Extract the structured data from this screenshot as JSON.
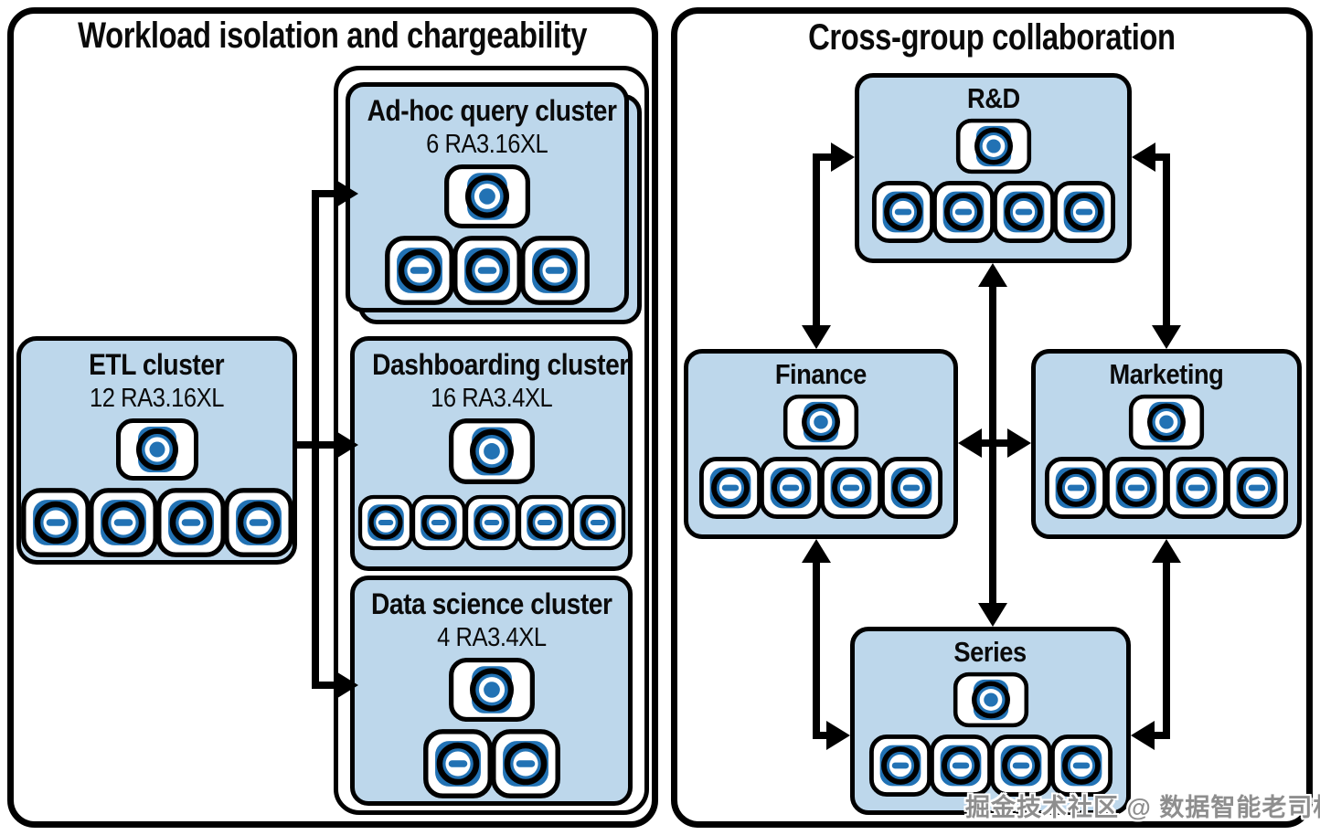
{
  "left": {
    "title": "Workload isolation and chargeability",
    "etl": {
      "title": "ETL cluster",
      "subtitle": "12 RA3.16XL",
      "leader_nodes": 1,
      "compute_nodes": 4
    },
    "adhoc": {
      "title": "Ad-hoc query cluster",
      "subtitle": "6 RA3.16XL",
      "leader_nodes": 1,
      "compute_nodes": 3,
      "stacked": true
    },
    "dashboarding": {
      "title": "Dashboarding cluster",
      "subtitle": "16 RA3.4XL",
      "leader_nodes": 1,
      "compute_nodes": 5
    },
    "datascience": {
      "title": "Data science cluster",
      "subtitle": "4 RA3.4XL",
      "leader_nodes": 1,
      "compute_nodes": 2
    }
  },
  "right": {
    "title": "Cross-group collaboration",
    "rd": {
      "title": "R&D",
      "leader_nodes": 1,
      "compute_nodes": 4
    },
    "finance": {
      "title": "Finance",
      "leader_nodes": 1,
      "compute_nodes": 4
    },
    "marketing": {
      "title": "Marketing",
      "leader_nodes": 1,
      "compute_nodes": 4
    },
    "series": {
      "title": "Series",
      "leader_nodes": 1,
      "compute_nodes": 4
    }
  },
  "edges": [
    {
      "from": "ETL cluster",
      "to": "Ad-hoc query cluster",
      "bidirectional": false
    },
    {
      "from": "ETL cluster",
      "to": "Dashboarding cluster",
      "bidirectional": false
    },
    {
      "from": "ETL cluster",
      "to": "Data science cluster",
      "bidirectional": false
    },
    {
      "from": "R&D",
      "to": "Finance",
      "bidirectional": true
    },
    {
      "from": "R&D",
      "to": "Marketing",
      "bidirectional": true
    },
    {
      "from": "R&D",
      "to": "Series",
      "bidirectional": true
    },
    {
      "from": "Finance",
      "to": "Marketing",
      "bidirectional": true
    },
    {
      "from": "Finance",
      "to": "Series",
      "bidirectional": true
    },
    {
      "from": "Marketing",
      "to": "Series",
      "bidirectional": true
    }
  ],
  "icons": {
    "leader": "leader-node-icon",
    "compute": "compute-node-icon"
  },
  "colors": {
    "box_fill": "#bdd7eb",
    "icon_blue": "#2272b4",
    "outline": "#000000",
    "panel_bg": "#ffffff"
  },
  "watermark": {
    "text": "掘金技术社区 @ 数据智能老司机"
  }
}
